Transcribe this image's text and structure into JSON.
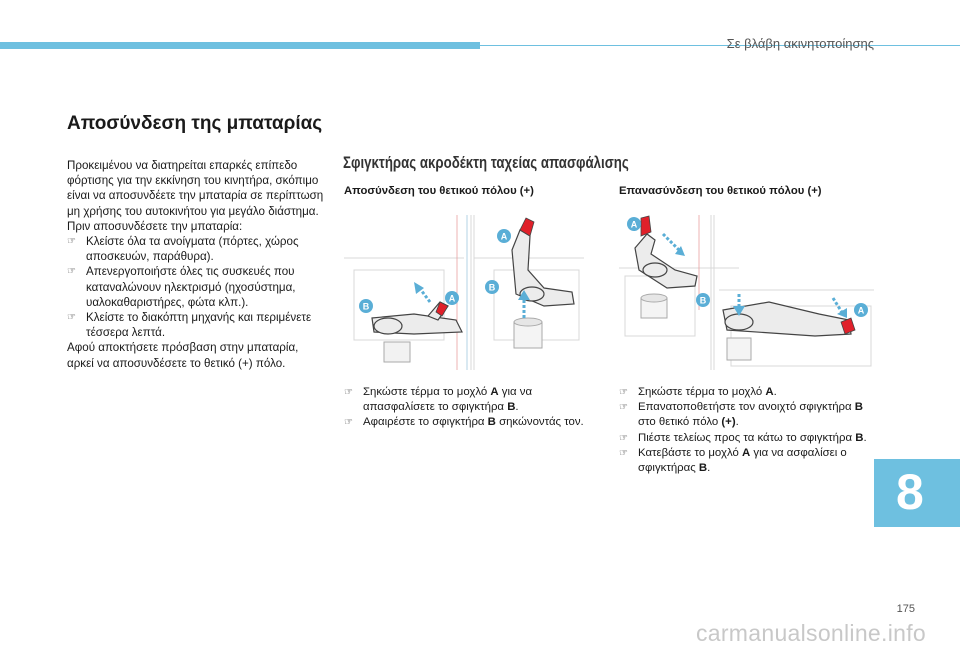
{
  "header": {
    "section_title": "Σε βλάβη ακινητοποίησης"
  },
  "page": {
    "number": "175",
    "chapter_tab": "8"
  },
  "main": {
    "heading": "Αποσύνδεση της μπαταρίας",
    "intro_paragraph": "Προκειμένου να διατηρείται επαρκές επίπεδο φόρτισης για την εκκίνηση του κινητήρα, σκόπιμο είναι να αποσυνδέετε την μπαταρία σε περίπτωση μη χρήσης του αυτοκινήτου για μεγάλο διάστημα.",
    "before_label": "Πριν αποσυνδέσετε την μπαταρία:",
    "before_items": [
      "Κλείστε όλα τα ανοίγματα (πόρτες, χώρος αποσκευών, παράθυρα).",
      "Απενεργοποιήστε όλες τις συσκευές που καταναλώνουν ηλεκτρισμό (ηχοσύστημα, υαλοκαθαριστήρες, φώτα κλπ.).",
      "Κλείστε το διακόπτη μηχανής και περιμένετε τέσσερα λεπτά."
    ],
    "after_paragraph": "Αφού αποκτήσετε πρόσβαση στην μπαταρία, αρκεί να αποσυνδέσετε το θετικό (+) πόλο."
  },
  "quick_release": {
    "heading": "Σφιγκτήρας ακροδέκτη ταχείας απασφάλισης",
    "disconnect": {
      "heading": "Αποσύνδεση του θετικού πόλου (+)",
      "labels": {
        "a": "A",
        "b": "B"
      },
      "steps": [
        {
          "pre": "Σηκώστε τέρμα το μοχλό ",
          "bold": "A",
          "post": " για να απασφαλίσετε το σφιγκτήρα ",
          "bold2": "B",
          "post2": "."
        },
        {
          "pre": "Αφαιρέστε το σφιγκτήρα ",
          "bold": "B",
          "post": " σηκώνοντάς τον.",
          "bold2": "",
          "post2": ""
        }
      ]
    },
    "reconnect": {
      "heading": "Επανασύνδεση του θετικού πόλου (+)",
      "labels": {
        "a": "A",
        "b": "B"
      },
      "steps": [
        {
          "pre": "Σηκώστε τέρμα το μοχλό ",
          "bold": "A",
          "post": ".",
          "bold2": "",
          "post2": ""
        },
        {
          "pre": "Επανατοποθετήστε τον ανοιχτό σφιγκτήρα ",
          "bold": "B",
          "post": " στο θετικό πόλο ",
          "bold2": "(+)",
          "post2": "."
        },
        {
          "pre": "Πιέστε τελείως προς τα κάτω το σφιγκτήρα ",
          "bold": "B",
          "post": ".",
          "bold2": "",
          "post2": ""
        },
        {
          "pre": "Κατεβάστε το μοχλό ",
          "bold": "A",
          "post": " για να ασφαλίσει ο σφιγκτήρας ",
          "bold2": "B",
          "post2": "."
        }
      ]
    }
  },
  "icons": {
    "bullet": "pointing-hand-icon"
  },
  "colors": {
    "accent": "#6ec0e0",
    "label_circle": "#5aaed6",
    "lever_red": "#e0202a"
  },
  "watermark": "carmanualsonline.info"
}
